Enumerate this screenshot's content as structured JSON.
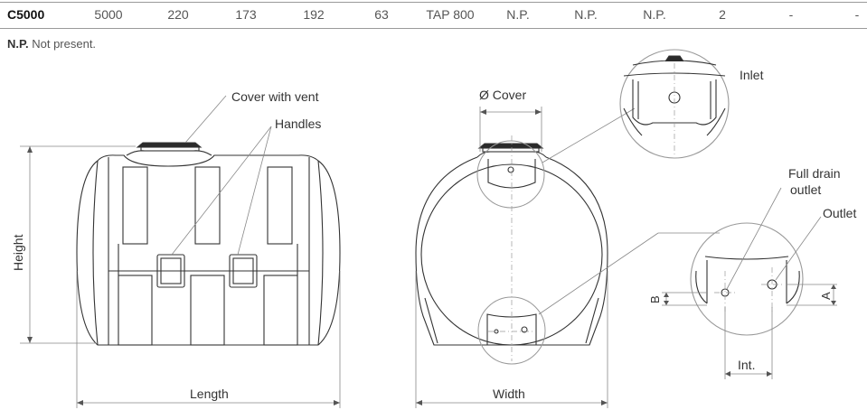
{
  "table_row": {
    "model": "C5000",
    "cells": [
      "5000",
      "220",
      "173",
      "192",
      "63",
      "TAP 800",
      "N.P.",
      "N.P.",
      "N.P.",
      "2",
      "-",
      "-"
    ]
  },
  "note": {
    "abbr": "N.P.",
    "text": "Not present."
  },
  "labels": {
    "cover_with_vent": "Cover with vent",
    "handles": "Handles",
    "height": "Height",
    "length": "Length",
    "cover_diameter": "Ø Cover",
    "width": "Width",
    "inlet": "Inlet",
    "full_drain_outlet_1": "Full drain",
    "full_drain_outlet_2": "outlet",
    "outlet": "Outlet",
    "dim_b": "B",
    "dim_a": "A",
    "int": "Int."
  }
}
